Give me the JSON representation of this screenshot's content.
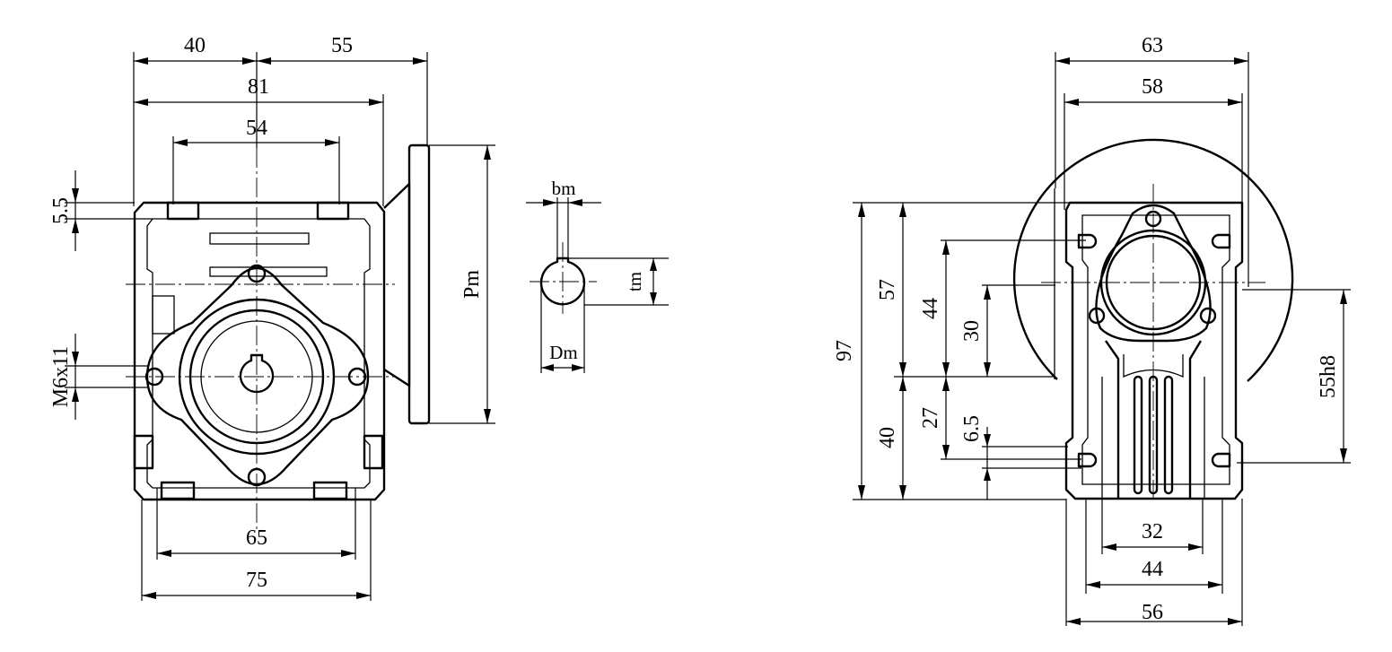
{
  "colors": {
    "background": "#ffffff",
    "ink": "#000000"
  },
  "side_view": {
    "dims": {
      "d40": "40",
      "d55": "55",
      "d81": "81",
      "d54": "54",
      "d5_5": "5.5",
      "dM6": "M6x11",
      "dPm": "Pm",
      "d65": "65",
      "d75": "75"
    }
  },
  "shaft_detail": {
    "dims": {
      "bm": "bm",
      "tm": "tm",
      "Dm": "Dm"
    }
  },
  "front_view": {
    "dims": {
      "d63": "63",
      "d58": "58",
      "d97": "97",
      "d57": "57",
      "d44v": "44",
      "d30": "30",
      "d40": "40",
      "d27": "27",
      "d6_5": "6.5",
      "d55h8": "55h8",
      "d32": "32",
      "d44h": "44",
      "d56": "56"
    }
  }
}
